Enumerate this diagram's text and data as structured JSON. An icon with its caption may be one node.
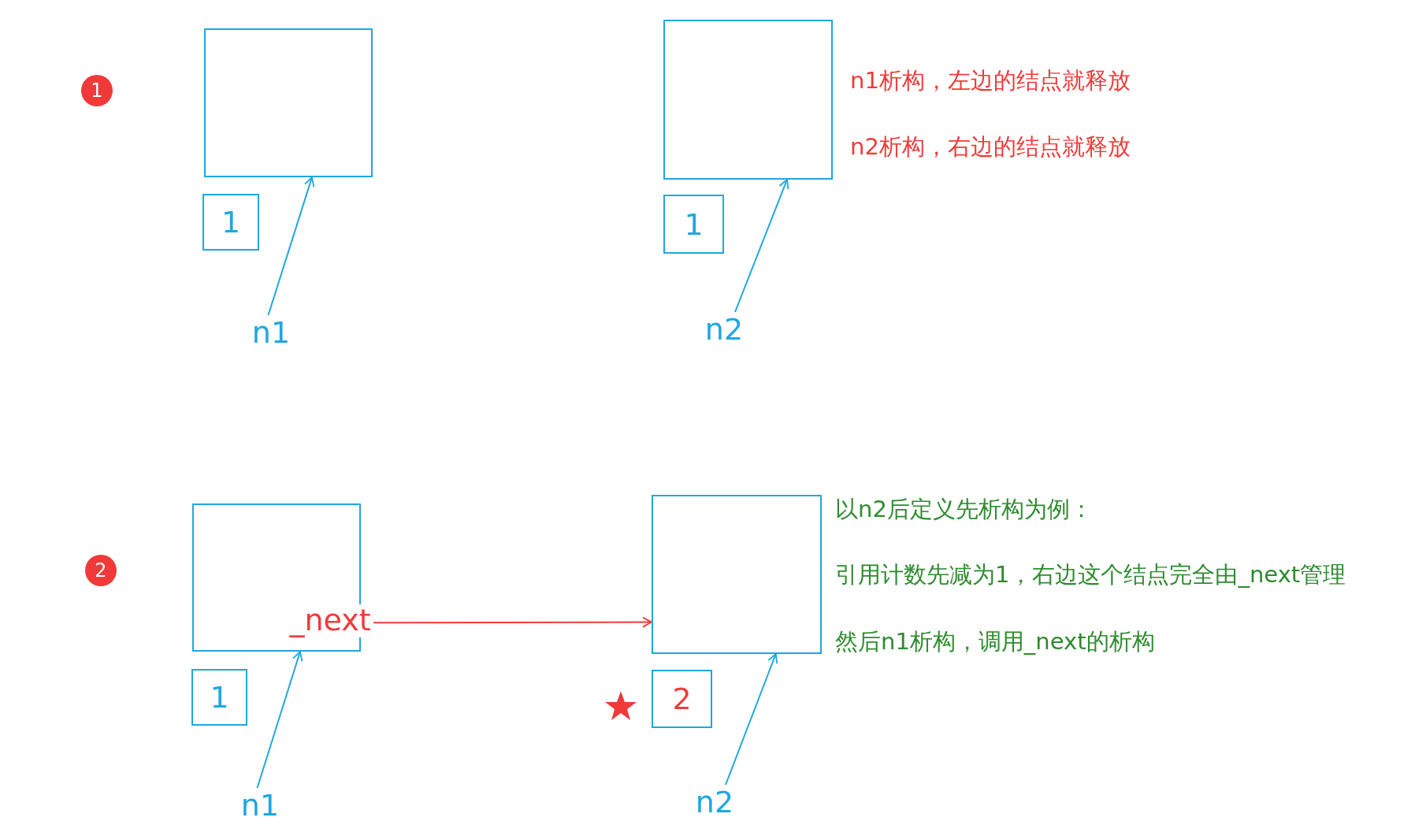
{
  "diagram": {
    "nodes": [
      {
        "text": [
          "1"
        ]
      },
      {
        "text": [],
        "shape": "box"
      },
      {
        "text": [],
        "shape": "box"
      },
      {
        "text": [
          "1"
        ]
      },
      {
        "text": [
          "1"
        ]
      },
      {
        "text": [
          "n1"
        ]
      },
      {
        "text": [
          "n2"
        ]
      },
      {
        "text": [
          "2"
        ]
      },
      {
        "text": [],
        "shape": "box"
      },
      {
        "text": [],
        "shape": "box"
      },
      {
        "text": [
          "_next"
        ]
      },
      {
        "text": [
          "1"
        ]
      },
      {
        "text": [
          "2"
        ]
      },
      {
        "text": [
          "n1"
        ]
      },
      {
        "text": [
          "n2"
        ]
      }
    ],
    "edges": [
      {
        "from": 5,
        "to": 1,
        "arrow": "to"
      },
      {
        "from": 6,
        "to": 2,
        "arrow": "to"
      },
      {
        "from": 10,
        "to": 9,
        "arrow": "to",
        "color": "#f03a3a"
      },
      {
        "from": 13,
        "to": 8,
        "arrow": "to"
      },
      {
        "from": 14,
        "to": 9,
        "arrow": "to"
      }
    ],
    "labels": [
      "n1析构，左边的结点就释放",
      "n2析构，右边的结点就释放",
      "以n2后定义先析构为例：",
      "引用计数先减为1，右边这个结点完全由_next管理",
      "然后n1析构，调用_next的析构"
    ]
  }
}
